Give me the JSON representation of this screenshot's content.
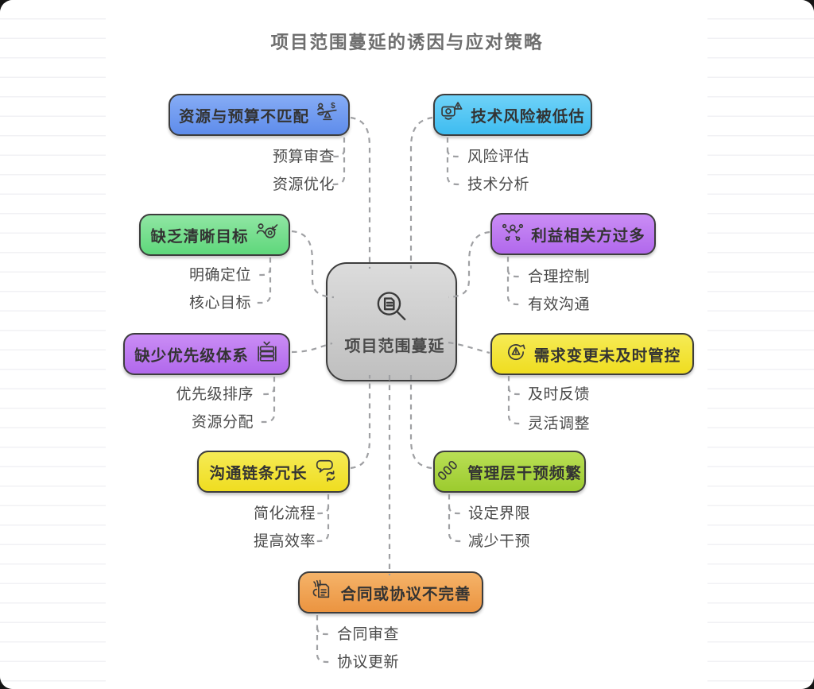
{
  "title": "项目范围蔓延的诱因与应对策略",
  "center": {
    "label": "项目范围蔓延",
    "icon": "magnifier-document-icon"
  },
  "branches": [
    {
      "id": "resource-budget-mismatch",
      "side": "left",
      "label": "资源与预算不匹配",
      "icon": "balance-scale-icon",
      "color": "#5e8ceb",
      "color_light": "#86acf5",
      "children": [
        "预算审查",
        "资源优化"
      ]
    },
    {
      "id": "tech-risk-underestimated",
      "side": "right",
      "label": "技术风险被低估",
      "icon": "monitor-warning-icon",
      "color": "#3ebcf0",
      "color_light": "#6fd2f8",
      "children": [
        "风险评估",
        "技术分析"
      ]
    },
    {
      "id": "unclear-goals",
      "side": "left",
      "label": "缺乏清晰目标",
      "icon": "person-target-icon",
      "color": "#5fd77b",
      "color_light": "#90e6a3",
      "children": [
        "明确定位",
        "核心目标"
      ]
    },
    {
      "id": "too-many-stakeholders",
      "side": "right",
      "label": "利益相关方过多",
      "icon": "stakeholders-icon",
      "color": "#b168ec",
      "color_light": "#ca8df5",
      "children": [
        "合理控制",
        "有效沟通"
      ]
    },
    {
      "id": "no-priority-system",
      "side": "left",
      "label": "缺少优先级体系",
      "icon": "priority-stack-icon",
      "color": "#b168ec",
      "color_light": "#ca8df5",
      "children": [
        "优先级排序",
        "资源分配"
      ]
    },
    {
      "id": "uncontrolled-changes",
      "side": "right",
      "label": "需求变更未及时管控",
      "icon": "cycle-warning-icon",
      "color": "#efdd20",
      "color_light": "#f6eb55",
      "children": [
        "及时反馈",
        "灵活调整"
      ]
    },
    {
      "id": "long-communication-chain",
      "side": "left",
      "label": "沟通链条冗长",
      "icon": "chat-sync-icon",
      "color": "#efdd20",
      "color_light": "#f6eb55",
      "children": [
        "简化流程",
        "提高效率"
      ]
    },
    {
      "id": "frequent-interference",
      "side": "right",
      "label": "管理层干预频繁",
      "icon": "chain-links-icon",
      "color": "#9ccb2e",
      "color_light": "#b9df55",
      "children": [
        "设定界限",
        "减少干预"
      ]
    },
    {
      "id": "incomplete-contracts",
      "side": "bottom",
      "label": "合同或协议不完善",
      "icon": "hand-contract-icon",
      "color": "#eb9440",
      "color_light": "#f5b369",
      "children": [
        "合同审查",
        "协议更新"
      ]
    }
  ],
  "palette": {
    "node_border": "#3d3d3d",
    "node_text": "#333333",
    "center_fill": "#c9c9c9",
    "connector": "#9fa0a3",
    "sub_text": "#4a4a4a",
    "title_text": "#6e6e6e",
    "background": "#ffffff"
  }
}
